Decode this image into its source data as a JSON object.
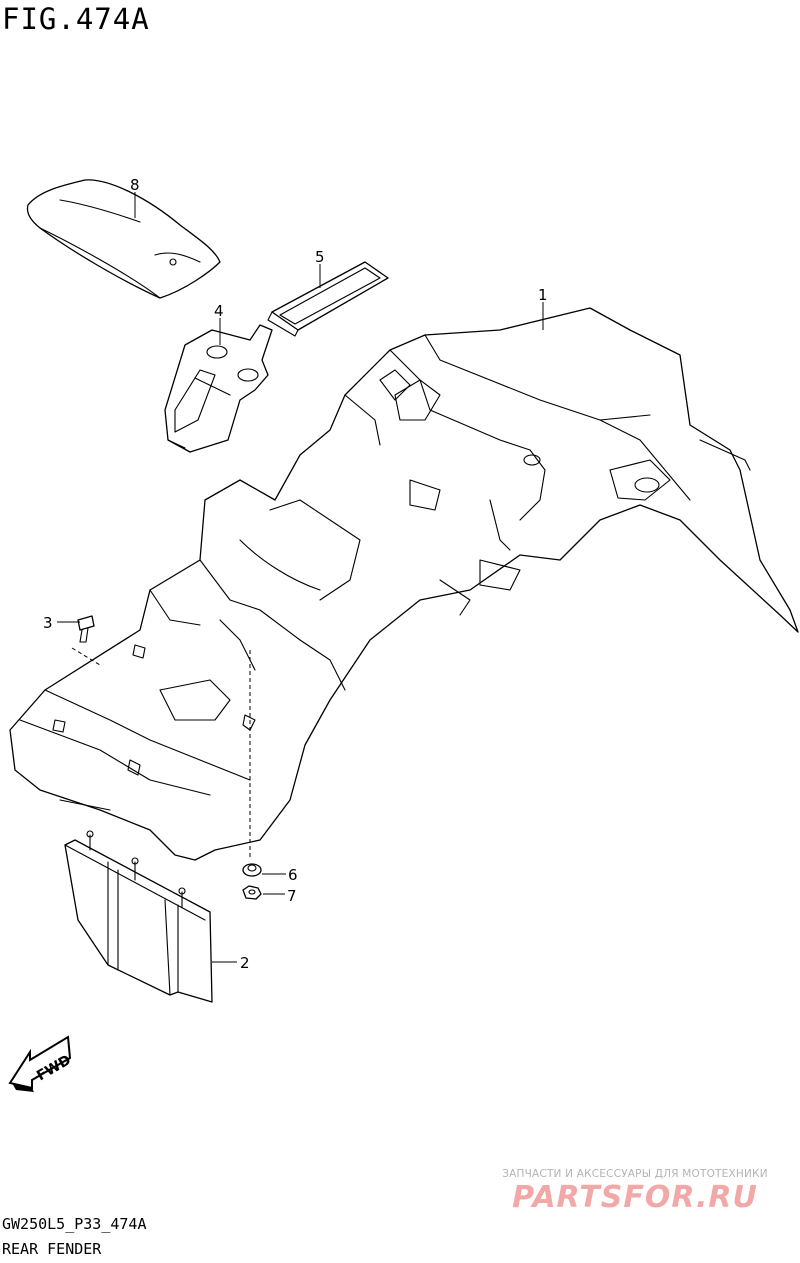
{
  "figure": {
    "title": "FIG.474A",
    "code": "GW250L5_P33_474A",
    "name": "REAR FENDER"
  },
  "callouts": [
    {
      "id": "1",
      "label": "1"
    },
    {
      "id": "2",
      "label": "2"
    },
    {
      "id": "3",
      "label": "3"
    },
    {
      "id": "4",
      "label": "4"
    },
    {
      "id": "5",
      "label": "5"
    },
    {
      "id": "6",
      "label": "6"
    },
    {
      "id": "7",
      "label": "7"
    },
    {
      "id": "8",
      "label": "8"
    }
  ],
  "fwd_label": "FWD",
  "watermark": {
    "tagline": "ЗАПЧАСТИ И АКСЕССУАРЫ ДЛЯ МОТОТЕХНИКИ",
    "logo": "PARTSFOR.RU"
  }
}
